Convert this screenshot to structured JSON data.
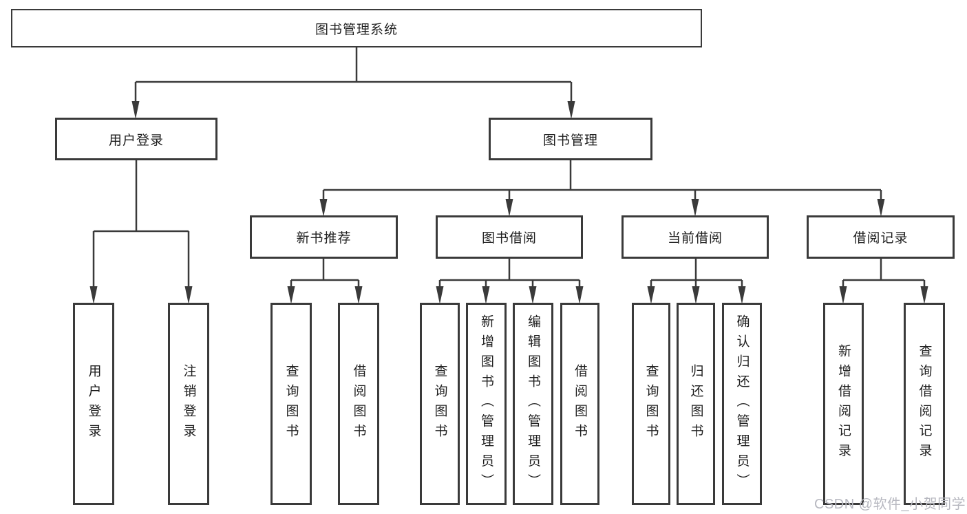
{
  "diagram": {
    "title": "图书管理系统",
    "colors": {
      "line": "#3a3a3a",
      "box_border": "#3a3a3a",
      "box_fill": "#ffffff",
      "text": "#1f1f1f",
      "watermark": "#b7b8c0",
      "background": "#ffffff"
    },
    "nodes": {
      "root": {
        "label": "图书管理系统"
      },
      "level2": [
        {
          "label": "用户登录"
        },
        {
          "label": "图书管理"
        }
      ],
      "level3": [
        {
          "label": "新书推荐"
        },
        {
          "label": "图书借阅"
        },
        {
          "label": "当前借阅"
        },
        {
          "label": "借阅记录"
        }
      ],
      "level4": [
        {
          "label": "用户登录"
        },
        {
          "label": "注销登录"
        },
        {
          "label": "查询图书"
        },
        {
          "label": "借阅图书"
        },
        {
          "label": "查询图书"
        },
        {
          "label": "新增图书（管理员）"
        },
        {
          "label": "编辑图书（管理员）"
        },
        {
          "label": "借阅图书"
        },
        {
          "label": "查询图书"
        },
        {
          "label": "归还图书"
        },
        {
          "label": "确认归还（管理员）"
        },
        {
          "label": "新增借阅记录"
        },
        {
          "label": "查询借阅记录"
        }
      ]
    },
    "hierarchy": {
      "图书管理系统": [
        "用户登录",
        "图书管理"
      ],
      "用户登录": [
        "用户登录",
        "注销登录"
      ],
      "图书管理": [
        "新书推荐",
        "图书借阅",
        "当前借阅",
        "借阅记录"
      ],
      "新书推荐": [
        "查询图书",
        "借阅图书"
      ],
      "图书借阅": [
        "查询图书",
        "新增图书（管理员）",
        "编辑图书（管理员）",
        "借阅图书"
      ],
      "当前借阅": [
        "查询图书",
        "归还图书",
        "确认归还（管理员）"
      ],
      "借阅记录": [
        "新增借阅记录",
        "查询借阅记录"
      ]
    },
    "watermark": {
      "text": "CSDN @软件_小贺同学"
    }
  }
}
